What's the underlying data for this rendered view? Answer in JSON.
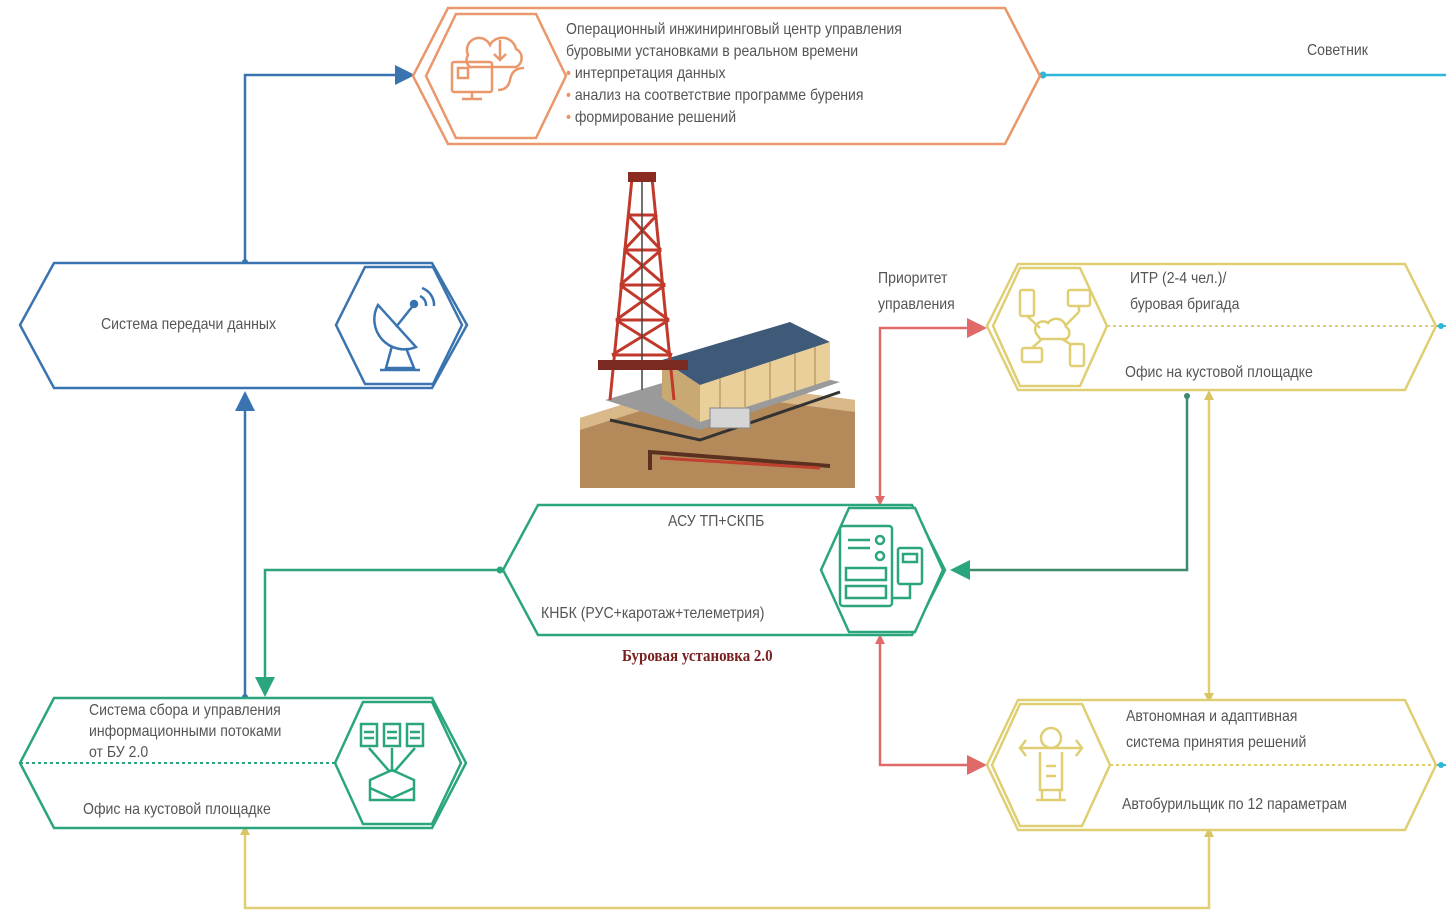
{
  "colors": {
    "orange": "#e9976b",
    "blue": "#3a74b0",
    "cyan": "#2fb6db",
    "green": "#2aa57e",
    "yellow": "#dfcf72",
    "red": "#e06a6a"
  },
  "ops_center": {
    "icon": "monitor-cloud-icon",
    "title_line1": "Операционный инжиниринговый центр управления",
    "title_line2": "буровыми установками в реальном времени",
    "bullets": [
      "интерпретация данных",
      "анализ на соответствие программе бурения",
      "формирование решений"
    ]
  },
  "advisor_label": "Советник",
  "data_transmission": {
    "icon": "satellite-dish-icon",
    "label": "Система передачи данных"
  },
  "priority_label": {
    "line1": "Приоритет",
    "line2": "управления"
  },
  "itr_box": {
    "icon": "network-devices-icon",
    "line1": "ИТР (2-4 чел.)/",
    "line2": "буровая бригада",
    "bottom": "Офис на кустовой площадке"
  },
  "rig_box": {
    "icon": "control-panel-icon",
    "top": "АСУ ТП+СКПБ",
    "bottom": "КНБК (РУС+каротаж+телеметрия)",
    "caption": "Буровая установка 2.0"
  },
  "collection_box": {
    "icon": "documents-inbox-icon",
    "line1": "Система сбора и управления",
    "line2": "информационными потоками",
    "line3": "от БУ 2.0",
    "bottom": "Офис на кустовой площадке"
  },
  "autonomous_box": {
    "icon": "robot-arm-icon",
    "line1": "Автономная и адаптивная",
    "line2": "система принятия решений",
    "bottom": "Автобурильщик по 12 параметрам"
  },
  "drilling_rig_image": "drilling-rig-illustration"
}
